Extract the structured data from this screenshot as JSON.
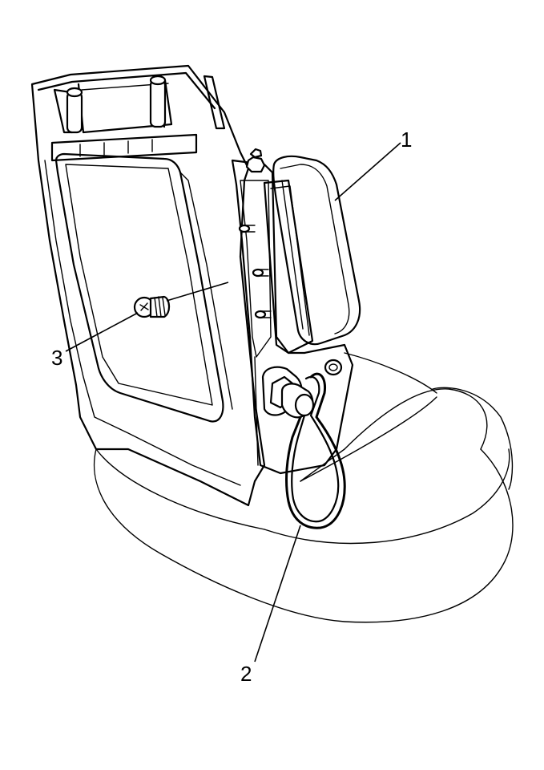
{
  "callouts": {
    "c1": "1",
    "c2": "2",
    "c3": "3"
  },
  "parts": {
    "p1": "side-airbag-module",
    "p2": "wiring-harness-loop",
    "p3": "retaining-screw"
  }
}
